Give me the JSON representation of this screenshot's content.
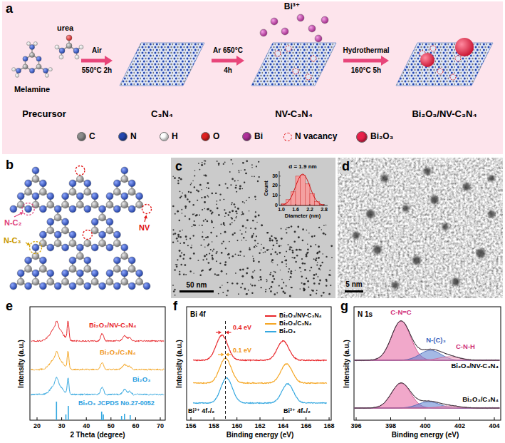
{
  "diagram": {
    "nodes": [
      {
        "text": [
          "Precursor"
        ]
      },
      {
        "text": [
          "C₃N₄"
        ]
      },
      {
        "text": [
          "NV-C₃N₄"
        ]
      },
      {
        "text": [
          "Bi₂O₃/NV-C₃N₄"
        ]
      }
    ],
    "edges": [
      {
        "from": 0,
        "to": 1,
        "arrow": "to",
        "label": "Air 550°C 2h"
      },
      {
        "from": 1,
        "to": 2,
        "arrow": "to",
        "label": "Ar 650°C 4h"
      },
      {
        "from": 2,
        "to": 3,
        "arrow": "to",
        "label": "Hydrothermal 160°C 5h"
      }
    ],
    "labels": [
      "a",
      "urea",
      "Melamine",
      "Bi³⁺",
      "b",
      "N-C₂",
      "NV",
      "N-C₃",
      "c",
      "d = 1.9 nm",
      "Count",
      "0",
      "10",
      "20",
      "30",
      "1.0",
      "1.6",
      "2.2",
      "2.8",
      "Diameter (nm)",
      "50 nm",
      "d",
      "5 nm",
      "e",
      "Bi₂O₃/NV-C₃N₄",
      "Bi₂O₃/C₃N₄",
      "Bi₂O₃",
      "Bi₂O₃ JCPDS No.27-0052",
      "Intensity (a.u.)",
      "2 Theta (degree)",
      "20",
      "30",
      "40",
      "50",
      "60",
      "70",
      "f",
      "Bi 4f",
      "0.4 eV",
      "0.1 eV",
      "Bi³⁺ 4f₇/₂",
      "Bi³⁺ 4f₅/₂",
      "Intensity (a.u.)",
      "Binding energy (eV)",
      "156",
      "158",
      "160",
      "162",
      "164",
      "166",
      "168",
      "g",
      "N 1s",
      "C-N=C",
      "N-(C)₃",
      "C-N-H",
      "Bi₂O₃/NV-C₃N₄",
      "Bi₂O₃/C₃N₄",
      "Intensity (a.u.)",
      "Binding energy (eV)",
      "396",
      "398",
      "400",
      "402",
      "404"
    ],
    "legend": [
      {
        "text": "C",
        "color": "#8c8c8c"
      },
      {
        "text": "N",
        "color": "#2446b0"
      },
      {
        "text": "H",
        "color": "#ffffff"
      },
      {
        "text": "O",
        "color": "#e02020"
      },
      {
        "text": "Bi",
        "color": "#b0309a"
      },
      {
        "text": "N vacancy"
      },
      {
        "text": "Bi₂O₃",
        "color": "#e8204a"
      },
      {
        "text": "Bi₂O₃/NV-C₃N₄"
      },
      {
        "text": "Bi₂O₃/C₃N₄"
      },
      {
        "text": "Bi₂O₃"
      }
    ]
  }
}
